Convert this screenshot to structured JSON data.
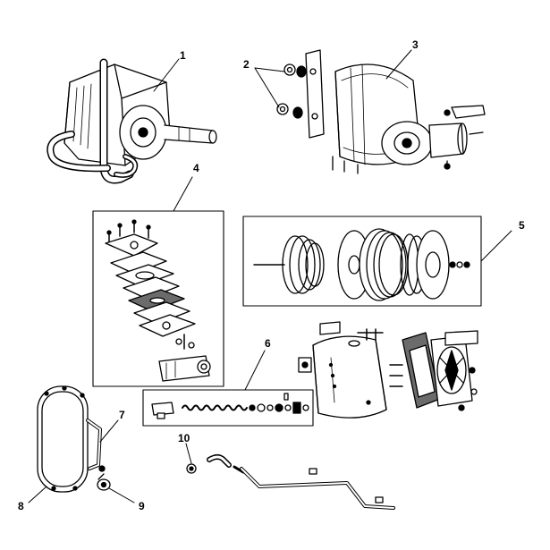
{
  "callouts": [
    {
      "id": "1",
      "label": "1"
    },
    {
      "id": "2",
      "label": "2"
    },
    {
      "id": "3",
      "label": "3"
    },
    {
      "id": "4",
      "label": "4"
    },
    {
      "id": "5",
      "label": "5"
    },
    {
      "id": "6",
      "label": "6"
    },
    {
      "id": "7",
      "label": "7"
    },
    {
      "id": "8",
      "label": "8"
    },
    {
      "id": "9",
      "label": "9"
    },
    {
      "id": "10",
      "label": "10"
    }
  ],
  "colors": {
    "ink": "#000000",
    "paper": "#ffffff",
    "shade": "#6b6b6b"
  }
}
